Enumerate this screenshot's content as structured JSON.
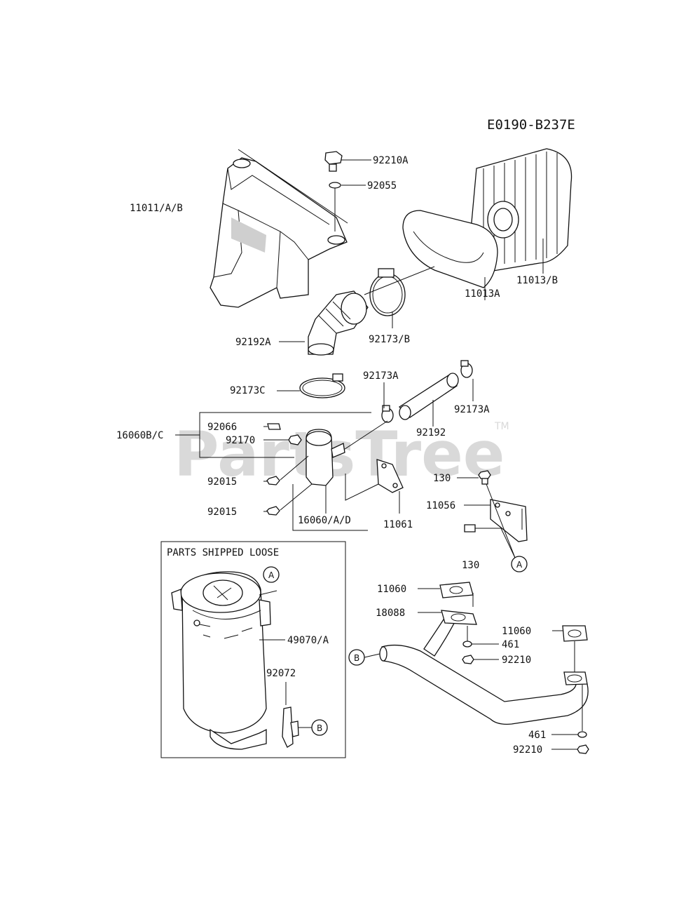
{
  "diagram": {
    "code": "E0190-B237E",
    "box_title": "PARTS SHIPPED LOOSE",
    "watermark": "PartsTree",
    "watermark_tm": "TM",
    "labels": {
      "p92210A": "92210A",
      "p92055": "92055",
      "p11011": "11011/A/B",
      "p11013B": "11013/B",
      "p11013A": "11013A",
      "p92173B": "92173/B",
      "p92192A": "92192A",
      "p92173C": "92173C",
      "p92173A_1": "92173A",
      "p92173A_2": "92173A",
      "p92192": "92192",
      "p16060BC": "16060B/C",
      "p92066": "92066",
      "p92170": "92170",
      "p92015_1": "92015",
      "p92015_2": "92015",
      "p16060AD": "16060/A/D",
      "p11061": "11061",
      "p130_1": "130",
      "p11056": "11056",
      "p130_2": "130",
      "p11060_1": "11060",
      "p18088": "18088",
      "p11060_2": "11060",
      "p461_1": "461",
      "p92210_1": "92210",
      "p461_2": "461",
      "p92210_2": "92210",
      "p49070A": "49070/A",
      "p92072": "92072"
    },
    "callouts": {
      "A": "A",
      "B": "B"
    }
  }
}
